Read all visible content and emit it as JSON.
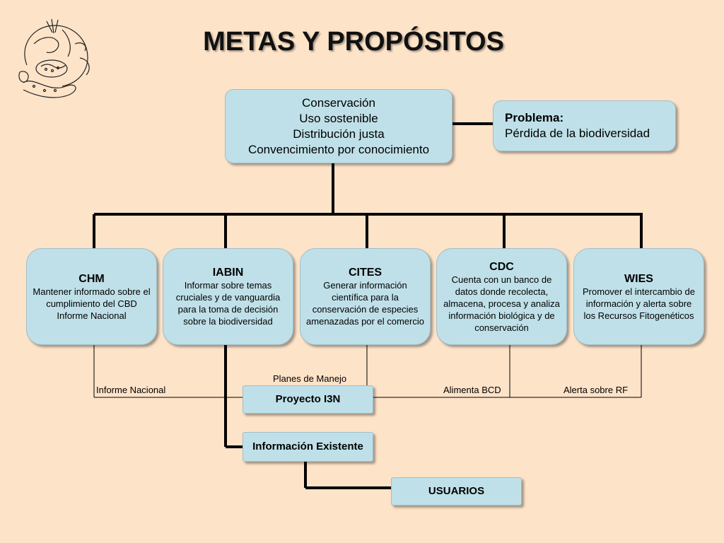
{
  "title": "METAS Y PROPÓSITOS",
  "goals": [
    "Conservación",
    "Uso sostenible",
    "Distribución justa",
    "Convencimiento por conocimiento"
  ],
  "problem": {
    "title": "Problema:",
    "text": "Pérdida de  la biodiversidad"
  },
  "orgs": [
    {
      "name": "CHM",
      "desc": "Mantener informado sobre el cumplimiento del CBD Informe Nacional"
    },
    {
      "name": "IABIN",
      "desc": "Informar sobre temas cruciales y de vanguardia para la toma de decisión sobre la biodiversidad"
    },
    {
      "name": "CITES",
      "desc": "Generar información científica para la conservación de especies amenazadas por el comercio"
    },
    {
      "name": "CDC",
      "desc": "Cuenta con un banco de datos donde recolecta, almacena, procesa y analiza información biológica y de conservación"
    },
    {
      "name": "WIES",
      "desc": "Promover el intercambio de información y alerta sobre los Recursos Fitogenéticos"
    }
  ],
  "labels": {
    "informe": "Informe Nacional",
    "planes": "Planes de Manejo",
    "alimenta": "Alimenta BCD",
    "alerta": "Alerta sobre RF"
  },
  "nodes": {
    "proyecto": "Proyecto I3N",
    "informacion": "Información Existente",
    "usuarios": "USUARIOS"
  },
  "colors": {
    "background": "#fde3c8",
    "box": "#bfe0e8",
    "line": "#000000"
  }
}
